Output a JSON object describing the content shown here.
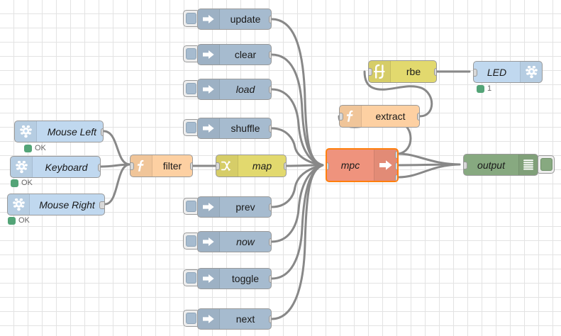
{
  "editor": {
    "name": "node-red-flow-canvas",
    "background_color": "#ffffff",
    "grid_color": "#e3e3e3",
    "grid_size": 20
  },
  "palette": {
    "inject": "#a6bbcf",
    "rpi": "#c0d8ef",
    "function": "#fdd0a2",
    "change": "#e2d96e",
    "rbe": "#e2d96e",
    "mpc": "#ef937d",
    "debug": "#87a980",
    "selected_border": "#ff7f0e",
    "status_green": "#53a477",
    "port": "#d9d9d9",
    "wire": "#888888"
  },
  "nodes": {
    "inputs": [
      {
        "id": "mouse-left",
        "label": "Mouse Left",
        "icon": "raspberry-pi-icon",
        "icon_side": "left",
        "italic": true,
        "status": "OK"
      },
      {
        "id": "keyboard",
        "label": "Keyboard",
        "icon": "raspberry-pi-icon",
        "icon_side": "left",
        "italic": true,
        "status": "OK"
      },
      {
        "id": "mouse-right",
        "label": "Mouse Right",
        "icon": "raspberry-pi-icon",
        "icon_side": "left",
        "italic": true,
        "status": "OK"
      }
    ],
    "filter": {
      "id": "filter",
      "label": "filter",
      "icon": "function-icon",
      "italic": false
    },
    "map": {
      "id": "map",
      "label": "map",
      "icon": "change-icon",
      "italic": true
    },
    "injects": [
      {
        "id": "update",
        "label": "update",
        "icon": "inject-arrow-icon",
        "italic": false
      },
      {
        "id": "clear",
        "label": "clear",
        "icon": "inject-arrow-icon",
        "italic": false
      },
      {
        "id": "load",
        "label": "load",
        "icon": "inject-arrow-icon",
        "italic": true
      },
      {
        "id": "shuffle",
        "label": "shuffle",
        "icon": "inject-arrow-icon",
        "italic": false
      },
      {
        "id": "prev",
        "label": "prev",
        "icon": "inject-arrow-icon",
        "italic": false
      },
      {
        "id": "now",
        "label": "now",
        "icon": "inject-arrow-icon",
        "italic": true
      },
      {
        "id": "toggle",
        "label": "toggle",
        "icon": "inject-arrow-icon",
        "italic": false
      },
      {
        "id": "next",
        "label": "next",
        "icon": "inject-arrow-icon",
        "italic": false
      }
    ],
    "mpc": {
      "id": "mpc",
      "label": "mpc",
      "icon": "output-arrow-icon",
      "italic": true,
      "selected": true,
      "outputs": 3,
      "inputs": 1
    },
    "extract": {
      "id": "extract",
      "label": "extract",
      "icon": "function-icon",
      "italic": false
    },
    "rbe": {
      "id": "rbe",
      "label": "rbe",
      "icon": "rbe-step-icon",
      "italic": false
    },
    "led": {
      "id": "led",
      "label": "LED",
      "icon": "raspberry-pi-icon",
      "icon_side": "right",
      "italic": true,
      "status": "1"
    },
    "output": {
      "id": "output",
      "label": "output",
      "icon": "debug-lines-icon",
      "italic": true
    }
  }
}
